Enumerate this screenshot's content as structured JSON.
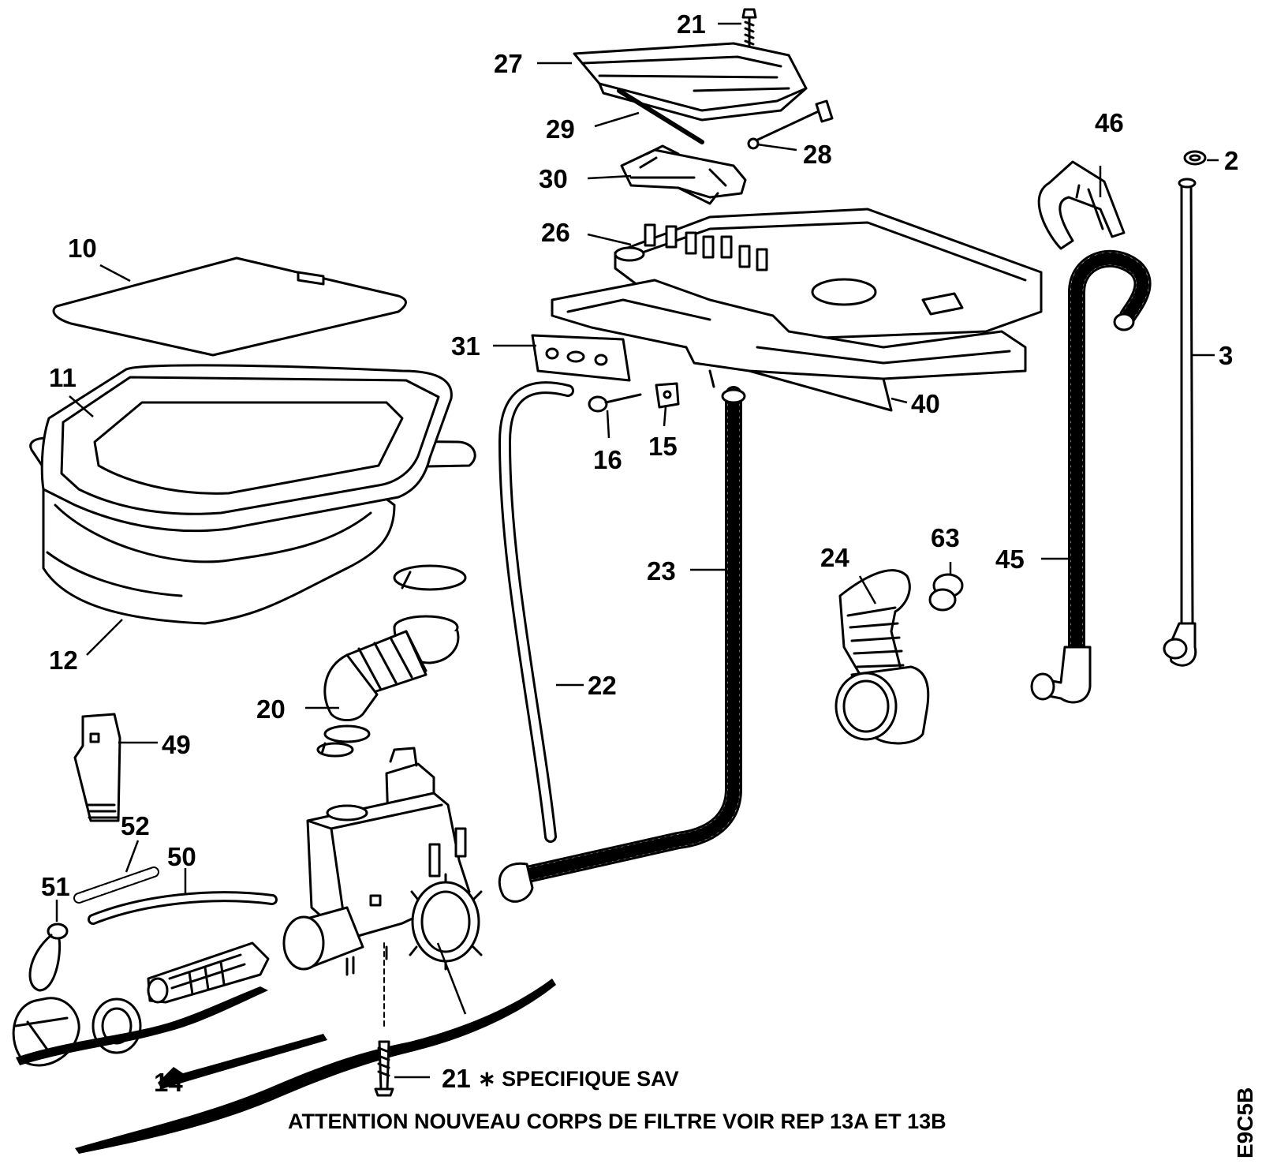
{
  "labels": {
    "l21_top": "21",
    "l27": "27",
    "l29": "29",
    "l28": "28",
    "l30": "30",
    "l26": "26",
    "l46": "46",
    "l2": "2",
    "l3": "3",
    "l10": "10",
    "l11": "11",
    "l12": "12",
    "l31": "31",
    "l40": "40",
    "l16": "16",
    "l15": "15",
    "l23": "23",
    "l24": "24",
    "l63": "63",
    "l45": "45",
    "l20": "20",
    "l22": "22",
    "l49": "49",
    "l52": "52",
    "l50": "50",
    "l51": "51",
    "l14": "14",
    "l21_bottom": "21"
  },
  "notes": {
    "specifique": "∗ SPECIFIQUE SAV",
    "attention": "ATTENTION NOUVEAU CORPS DE FILTRE VOIR REP 13A ET 13B",
    "drawing_code": "E9C5B"
  }
}
